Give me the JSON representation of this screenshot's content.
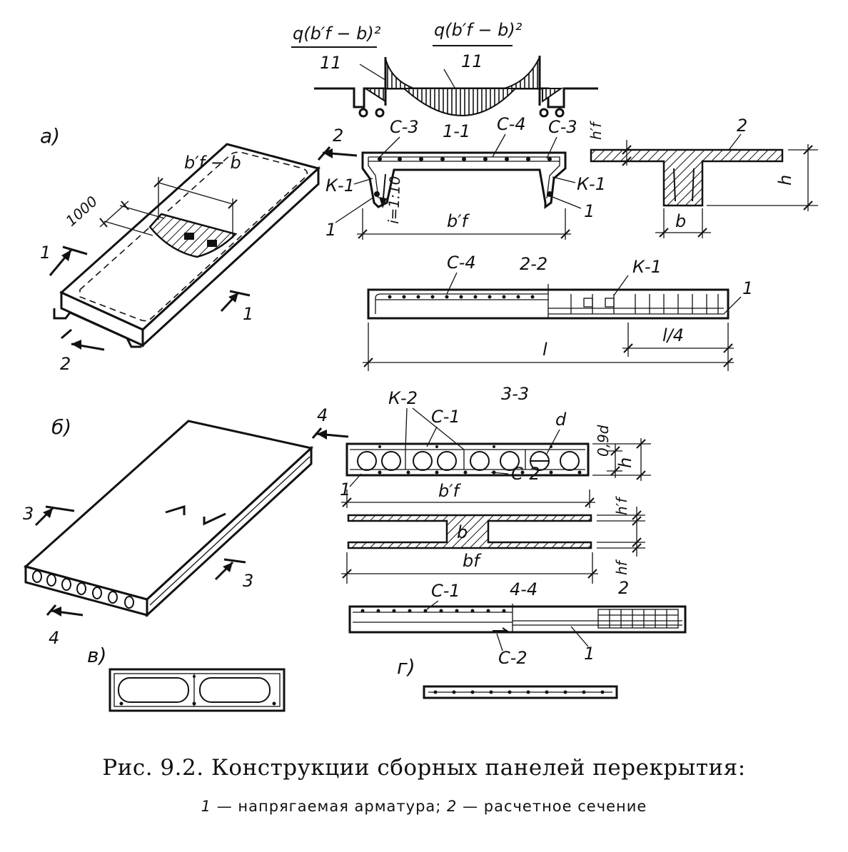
{
  "caption": {
    "title": "Рис. 9.2. Конструкции сборных панелей перекрытия:",
    "legend_item_1_num": "1",
    "legend_item_1_text": " — напрягаемая арматура; ",
    "legend_item_2_num": "2",
    "legend_item_2_text": " — расчетное сечение"
  },
  "moment_diagram": {
    "formula_left_top": "q(b′f − b)²",
    "formula_left_bottom": "11",
    "formula_right_top": "q(b′f − b)²",
    "formula_right_bottom": "11"
  },
  "panel_a": {
    "label": "а)",
    "dim_width": "b′f − b",
    "dim_strip": "1000",
    "section_1_left": "1",
    "section_1_right": "1",
    "section_2_top": "2",
    "section_2_bottom": "2"
  },
  "section_1_1": {
    "title": "1-1",
    "c3_left": "С-3",
    "c4": "С-4",
    "c3_right": "С-3",
    "k1_left": "К-1",
    "k1_right": "К-1",
    "bar_left": "1",
    "bar_right": "1",
    "slope": "i=1:10",
    "dim_bf": "b′f"
  },
  "calc_section_2": {
    "label": "2",
    "dim_hf": "h′f",
    "dim_h": "h",
    "dim_b": "b"
  },
  "section_2_2": {
    "title": "2-2",
    "c4": "С-4",
    "k1": "К-1",
    "bar": "1",
    "dim_l": "l",
    "dim_l4": "l/4"
  },
  "panel_b": {
    "label": "б)",
    "section_3_left": "3",
    "section_3_right": "3",
    "section_4_top": "4",
    "section_4_bottom": "4"
  },
  "section_3_3": {
    "title": "3-3",
    "k2": "К-2",
    "c1": "С-1",
    "d": "d",
    "dim_09d": "0,9d",
    "dim_h": "h",
    "bar": "1",
    "dim_bf_top": "b′f",
    "c2": "С-2"
  },
  "calc_section_hollow": {
    "dim_hf_top": "h′f",
    "dim_b": "b",
    "dim_bf": "bf",
    "dim_hf_bottom": "hf",
    "label": "2"
  },
  "section_4_4": {
    "title": "4-4",
    "c1": "С-1",
    "c2": "С-2",
    "bar": "1"
  },
  "panel_v": {
    "label": "в)"
  },
  "panel_g": {
    "label": "г)"
  }
}
